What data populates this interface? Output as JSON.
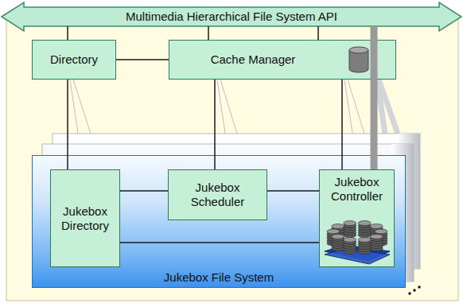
{
  "diagram": {
    "nodes": [
      {
        "text": [
          "Multimedia Hierarchical File System API"
        ]
      },
      {
        "text": [
          "Directory"
        ]
      },
      {
        "text": [
          "Cache Manager"
        ]
      },
      {
        "text": [
          "Jukebox File System"
        ]
      },
      {
        "text": [
          "Jukebox Directory"
        ],
        "in": 3
      },
      {
        "text": [
          "Jukebox Scheduler"
        ],
        "in": 3
      },
      {
        "text": [
          "Jukebox Controller"
        ],
        "in": 3
      }
    ],
    "edges": [
      {
        "from": 0,
        "to": 1,
        "arrow": "none"
      },
      {
        "from": 0,
        "to": 2,
        "arrow": "none"
      },
      {
        "from": 0,
        "to": 2,
        "arrow": "none"
      },
      {
        "from": 0,
        "to": 6,
        "arrow": "none"
      },
      {
        "from": 1,
        "to": 2,
        "arrow": "none"
      },
      {
        "from": 1,
        "to": 4,
        "arrow": "none"
      },
      {
        "from": 2,
        "to": 5,
        "arrow": "none"
      },
      {
        "from": 2,
        "to": 6,
        "arrow": "none"
      },
      {
        "from": 4,
        "to": 5,
        "arrow": "none"
      },
      {
        "from": 5,
        "to": 6,
        "arrow": "none"
      },
      {
        "from": 4,
        "to": 6,
        "arrow": "none"
      }
    ]
  }
}
